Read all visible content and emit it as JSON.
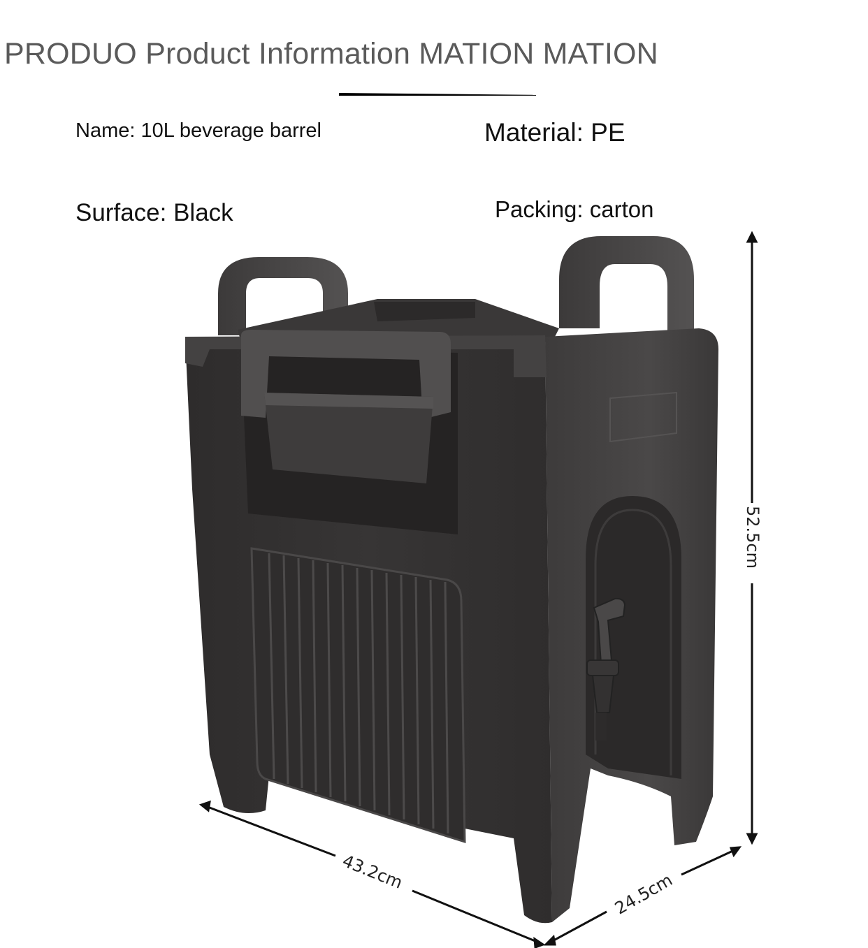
{
  "header": {
    "title": "PRODUO Product Information MATION MATION"
  },
  "specs": {
    "name": "Name: 10L beverage barrel",
    "material": "Material: PE",
    "surface": "Surface: Black",
    "packing": "Packing: carton"
  },
  "product_image": {
    "subject": "black insulated beverage barrel with spigot",
    "color": "#3a3a3a",
    "dimensions": {
      "height": "52.5cm",
      "width": "43.2cm",
      "depth": "24.5cm"
    }
  }
}
